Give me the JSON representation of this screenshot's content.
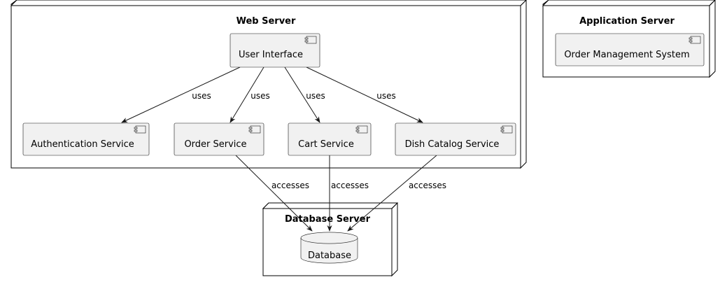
{
  "nodes": {
    "web_server": "Web Server",
    "application_server": "Application Server",
    "database_server": "Database Server"
  },
  "components": {
    "user_interface": "User Interface",
    "authentication_service": "Authentication Service",
    "order_service": "Order Service",
    "cart_service": "Cart Service",
    "dish_catalog_service": "Dish Catalog Service",
    "order_management_system": "Order Management System",
    "database": "Database"
  },
  "edges": {
    "ui_auth": "uses",
    "ui_order": "uses",
    "ui_cart": "uses",
    "ui_dish": "uses",
    "order_db": "accesses",
    "cart_db": "accesses",
    "dish_db": "accesses"
  },
  "colors": {
    "component_fill": "#f1f1f1",
    "stroke": "#181818",
    "background": "#ffffff"
  }
}
